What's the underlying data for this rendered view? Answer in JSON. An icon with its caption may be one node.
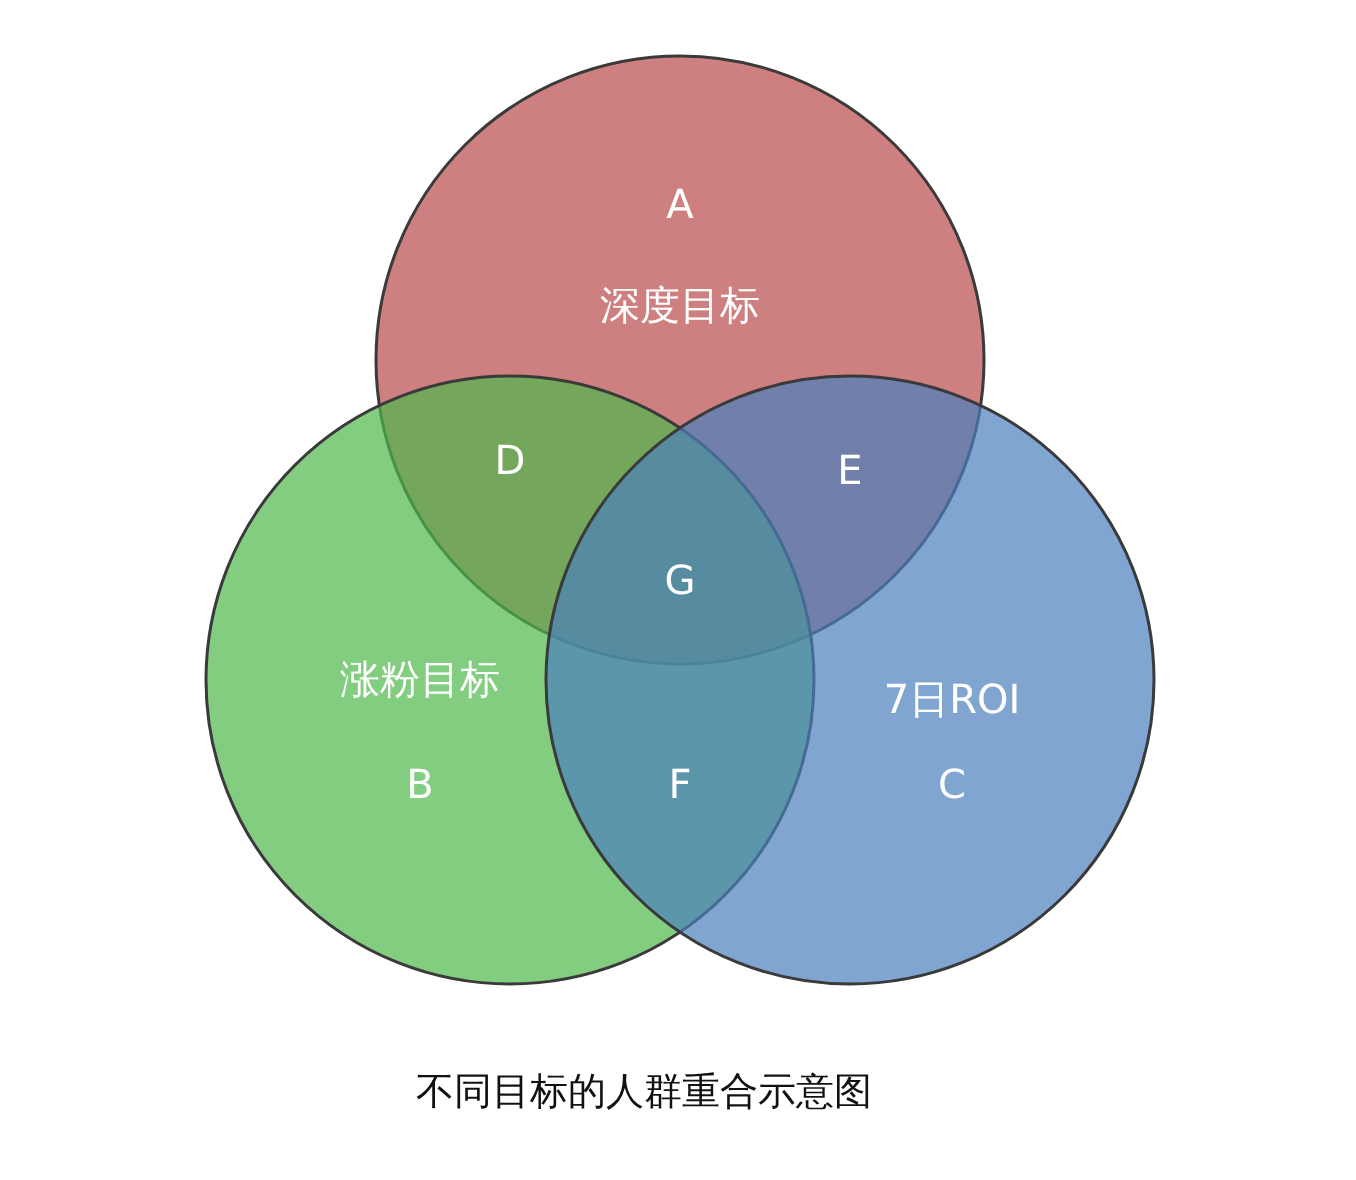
{
  "diagram": {
    "caption": "不同目标的人群重合示意图",
    "nodes": [
      {
        "text": [
          "A",
          "深度目标"
        ]
      },
      {
        "text": [
          "涨粉目标",
          "B"
        ]
      },
      {
        "text": [
          "7日ROI",
          "C"
        ]
      }
    ],
    "labels": [
      "D",
      "E",
      "G",
      "F"
    ]
  }
}
